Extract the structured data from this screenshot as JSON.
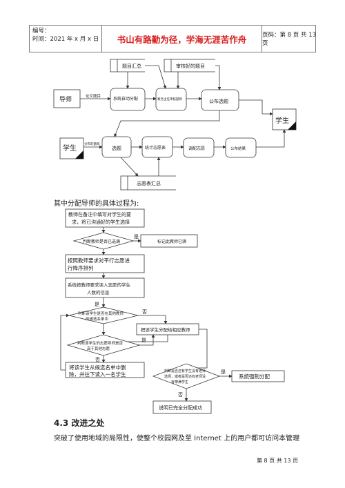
{
  "header": {
    "serial_label": "编号：",
    "time_label": "时间：2021 年 x 月 x 日",
    "motto": "书山有路勤为径，学海无涯苦作舟",
    "page_label": "页码：第 8 页 共 13 页"
  },
  "diagram1": {
    "store_topics": "题目汇总",
    "store_audited": "审核好的题目",
    "actor_teacher": "导师",
    "flow_submit": "论文题目",
    "proc_auto_assign": "系统自动分配",
    "proc_review": "教务主任审核题目",
    "proc_publish": "公布选题",
    "actor_student_right": "学生",
    "actor_student_left": "学生",
    "flow_select": "分布的题目",
    "proc_select": "选题",
    "proc_stats": "统计志愿表",
    "proc_adjust": "调配志愿",
    "proc_announce": "公布结果",
    "store_wishes": "志愿表汇总"
  },
  "caption": "其中分配导师的具体过程为:",
  "diagram2": {
    "step1": [
      "教师在备注中填写对学生的要",
      "求，将已沟通好的学生选择"
    ],
    "decision1": "判断教师是否已选满",
    "yes1": "是",
    "mark_full": "标记此教师已满",
    "step2": [
      "按照教师要求对平行志愿进",
      "行降序排列"
    ],
    "step3": [
      "系统按教师要求读入志愿的学生",
      "人数的信息"
    ],
    "yes2": "是",
    "decision2": [
      "判断该学生是否在其他教师",
      "的候选名单中"
    ],
    "no2": "否",
    "assign": "把该学生分配给相应教师",
    "decision3": [
      "判断该学生的志愿导师是否",
      "高于其他志愿"
    ],
    "no3": "否",
    "yes3": "是",
    "remove": [
      "将该学生从候选名单中删",
      "除，并往下读入一名学生"
    ],
    "decision4": [
      "判断是否还有学生没有老师",
      "选择，或者是否还有老师没",
      "有带满学生"
    ],
    "yes4": "是",
    "force": "系统强制分配",
    "no4": "否",
    "done": "说明已完全分配成功"
  },
  "section_title": "4.3 改进之处",
  "paragraph": "突破了使用地域的局限性，使整个校园网及至 Internet 上的用户都可访问本管理",
  "footer": "第 8 页 共 13 页"
}
